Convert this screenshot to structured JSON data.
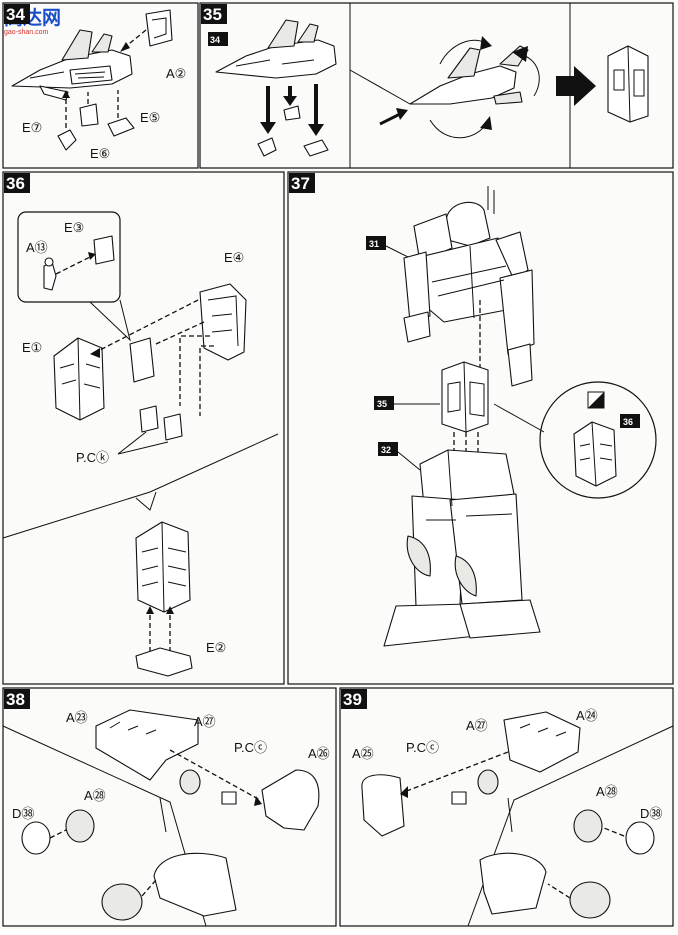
{
  "watermark": {
    "brand": "高达网",
    "sub": "gao-shan.com"
  },
  "steps": {
    "s34": {
      "number": "34",
      "labels": {
        "a2": "A②",
        "e7": "E⑦",
        "e6": "E⑥",
        "e5": "E⑤"
      }
    },
    "s35": {
      "number": "35",
      "ref": "34"
    },
    "s36": {
      "number": "36",
      "labels": {
        "e3": "E③",
        "a13": "A⑬",
        "e4": "E④",
        "e1": "E①",
        "pck": "P.Cⓚ",
        "e2": "E②"
      }
    },
    "s37": {
      "number": "37",
      "refs": {
        "r31": "31",
        "r35": "35",
        "r32": "32",
        "r36": "36"
      }
    },
    "s38": {
      "number": "38",
      "labels": {
        "a23": "A㉓",
        "a27": "A㉗",
        "pcc": "P.Cⓒ",
        "a26": "A㉖",
        "a28": "A㉘",
        "d38": "D㊳"
      }
    },
    "s39": {
      "number": "39",
      "labels": {
        "a24": "A㉔",
        "a27": "A㉗",
        "pcc": "P.Cⓒ",
        "a25": "A㉕",
        "a28": "A㉘",
        "d38": "D㊳"
      }
    }
  }
}
